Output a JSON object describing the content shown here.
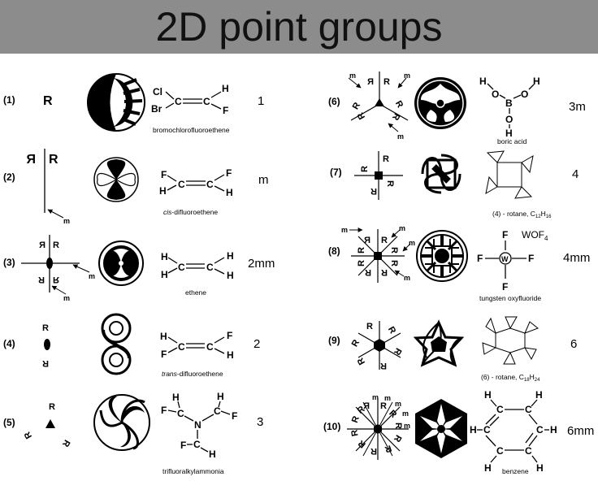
{
  "title": "2D point groups",
  "left": [
    {
      "label": "(1)",
      "group": "1",
      "molecule": "bromochlorofluoroethene",
      "italic": ""
    },
    {
      "label": "(2)",
      "group": "m",
      "molecule": "-difluoroethene",
      "italic": "cis"
    },
    {
      "label": "(3)",
      "group": "2mm",
      "molecule": "ethene",
      "italic": ""
    },
    {
      "label": "(4)",
      "group": "2",
      "molecule": "-difluoroethene",
      "italic": "trans"
    },
    {
      "label": "(5)",
      "group": "3",
      "molecule": "trifluoralkylammonia",
      "italic": ""
    }
  ],
  "right": [
    {
      "label": "(6)",
      "group": "3m",
      "molecule": "boric acid"
    },
    {
      "label": "(7)",
      "group": "4",
      "molecule": "(4) - rotane, C",
      "sub1": "12",
      "mid": "H",
      "sub2": "16"
    },
    {
      "label": "(8)",
      "group": "4mm",
      "molecule": "tungsten oxyfluoride",
      "formula": "WOF",
      "formula_sub": "4"
    },
    {
      "label": "(9)",
      "group": "6",
      "molecule": "(6) - rotane, C",
      "sub1": "18",
      "mid": "H",
      "sub2": "24"
    },
    {
      "label": "(10)",
      "group": "6mm",
      "molecule": "benzene"
    }
  ],
  "symbols": {
    "motif": "R",
    "mirror": "m"
  },
  "atoms": {
    "Cl": "Cl",
    "Br": "Br",
    "C": "C",
    "H": "H",
    "F": "F",
    "N": "N",
    "B": "B",
    "O": "O",
    "W": "W"
  }
}
